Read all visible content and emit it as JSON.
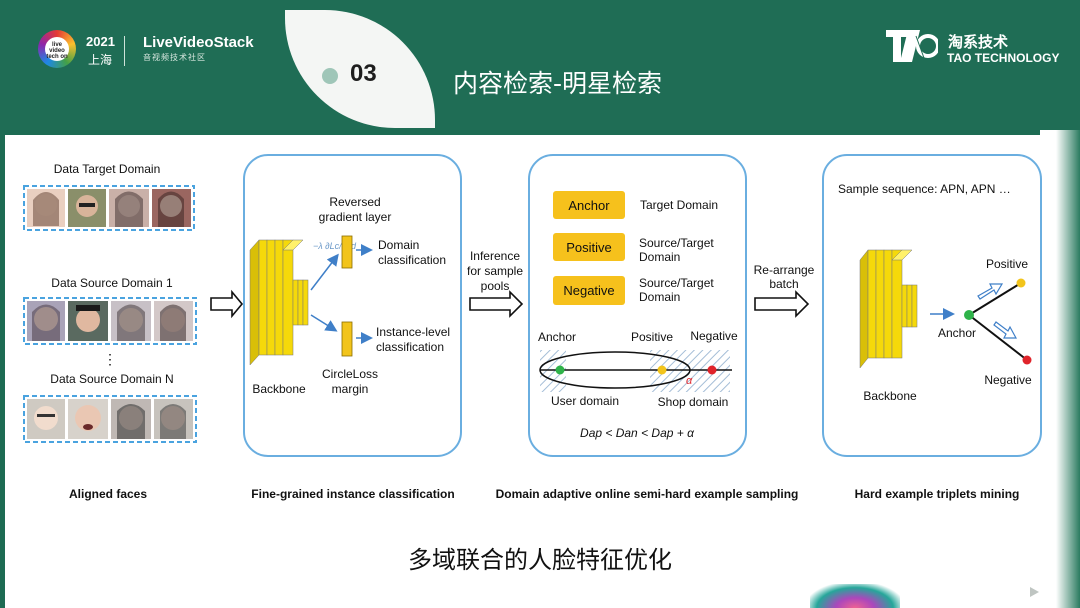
{
  "header": {
    "event_year": "2021",
    "event_city": "上海",
    "event_ring_text": "live video tech on",
    "brand_name": "LiveVideoStack",
    "brand_sub": "音视频技术社区",
    "section_number": "03",
    "section_title": "内容检索-明星检索",
    "company_cn": "淘系技术",
    "company_en": "TAO TECHNOLOGY"
  },
  "colors": {
    "header_green": "#1f6d55",
    "box_border": "#6aaee0",
    "yellow_block": "#f5d90a",
    "label_fill": "#f6c11c",
    "anchor_dot": "#2fb34a",
    "positive_dot": "#f2c41b",
    "negative_dot": "#e0242b",
    "arrow_blue": "#3f7fc8"
  },
  "diagram": {
    "faces": {
      "target_domain": "Data Target Domain",
      "source_domain_1": "Data Source Domain 1",
      "ellipsis": "⋮",
      "source_domain_n": "Data Source Domain N",
      "stage_label": "Aligned faces"
    },
    "classification": {
      "reversed_line1": "Reversed",
      "reversed_line2": "gradient layer",
      "lambda_formula": "−λ ∂Lc/∂θd",
      "domain_line1": "Domain",
      "domain_line2": "classification",
      "instance_line1": "Instance-level",
      "instance_line2": "classification",
      "backbone": "Backbone",
      "circleloss_line1": "CircleLoss",
      "circleloss_line2": "margin",
      "stage_label": "Fine-grained instance classification"
    },
    "inference_line1": "Inference",
    "inference_line2": "for sample",
    "inference_line3": "pools",
    "sampling": {
      "anchor_label": "Anchor",
      "anchor_desc": "Target Domain",
      "positive_label": "Positive",
      "positive_desc_1": "Source/Target",
      "positive_desc_2": "Domain",
      "negative_label": "Negative",
      "negative_desc_1": "Source/Target",
      "negative_desc_2": "Domain",
      "plot_anchor": "Anchor",
      "plot_positive": "Positive",
      "plot_negative": "Negative",
      "alpha": "α",
      "user_domain": "User domain",
      "shop_domain": "Shop domain",
      "formula": "Dap < Dan < Dap + α",
      "stage_label": "Domain adaptive online semi-hard example sampling"
    },
    "rearrange_line1": "Re-arrange",
    "rearrange_line2": "batch",
    "triplet": {
      "sequence": "Sample sequence: APN, APN …",
      "positive": "Positive",
      "anchor": "Anchor",
      "negative": "Negative",
      "backbone": "Backbone",
      "stage_label": "Hard example triplets mining"
    }
  },
  "caption": "多域联合的人脸特征优化"
}
